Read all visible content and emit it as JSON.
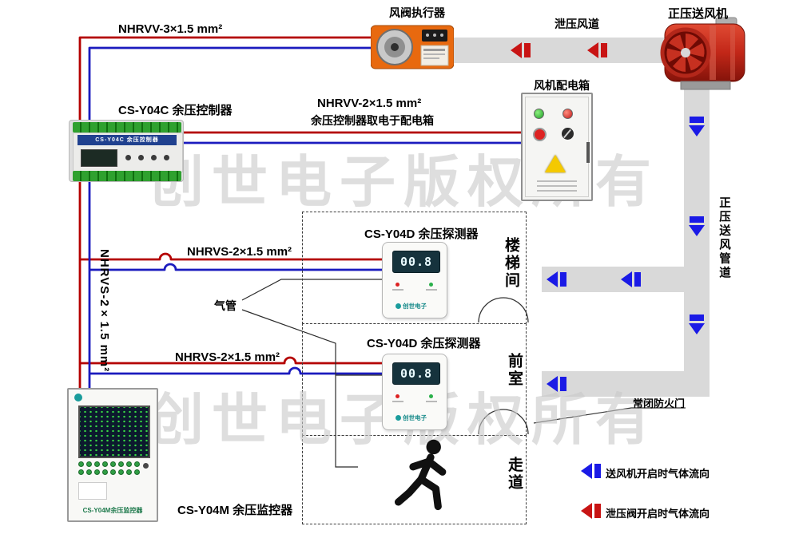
{
  "labels": {
    "cable_actuator": "NHRVV-3×1.5 mm²",
    "actuator": "风阀执行器",
    "relief_duct": "泄压风道",
    "fan": "正压送风机",
    "controller": "CS-Y04C 余压控制器",
    "cable_power_line1": "NHRVV-2×1.5 mm²",
    "cable_power_line2": "余压控制器取电于配电箱",
    "dist_box": "风机配电箱",
    "supply_duct": "正压送风管道",
    "detector": "CS-Y04D 余压探测器",
    "room_stairwell": "楼梯间",
    "room_front_room": "前室",
    "room_corridor": "走道",
    "cable_sensor": "NHRVS-2×1.5 mm²",
    "air_tube": "气管",
    "monitor": "CS-Y04M 余压监控器",
    "fire_door": "常闭防火门",
    "legend_supply_flow": "送风机开启时气体流向",
    "legend_relief_flow": "泄压阀开启时气体流向",
    "watermark": "创世电子版权所有"
  },
  "devices": {
    "controller_panel_text": "CS-Y04C 余压控制器",
    "detector_display_value": "00.8",
    "detector_brand": "创世电子",
    "monitor_panel_text": "CS-Y04M余压监控器"
  },
  "colors": {
    "wire_red": "#b40000",
    "wire_blue": "#1b1bbe",
    "arrow_red": "#c81414",
    "arrow_blue": "#1a1ae6",
    "duct_gray": "#d9d9d9",
    "actuator_orange": "#e8690f",
    "fan_red": "#c22718"
  }
}
